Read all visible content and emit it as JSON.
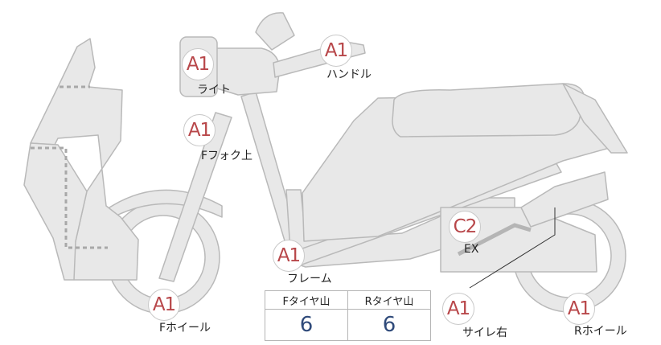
{
  "colors": {
    "body_fill": "#e8e8e8",
    "body_stroke": "#b9b9b9",
    "grade_text": "#b8474a",
    "value_text": "#2f4a7a"
  },
  "points": [
    {
      "grade": "A1",
      "label": "ライト"
    },
    {
      "grade": "A1",
      "label": "ハンドル"
    },
    {
      "grade": "A1",
      "label": "Fフォク上"
    },
    {
      "grade": "A1",
      "label": "フレーム"
    },
    {
      "grade": "C2",
      "label": "EX"
    },
    {
      "grade": "A1",
      "label": "Fホイール"
    },
    {
      "grade": "A1",
      "label": "サイレ右"
    },
    {
      "grade": "A1",
      "label": "Rホイール"
    }
  ],
  "tire_table": {
    "headers": [
      "Fタイヤ山",
      "Rタイヤ山"
    ],
    "values": [
      "6",
      "6"
    ]
  }
}
